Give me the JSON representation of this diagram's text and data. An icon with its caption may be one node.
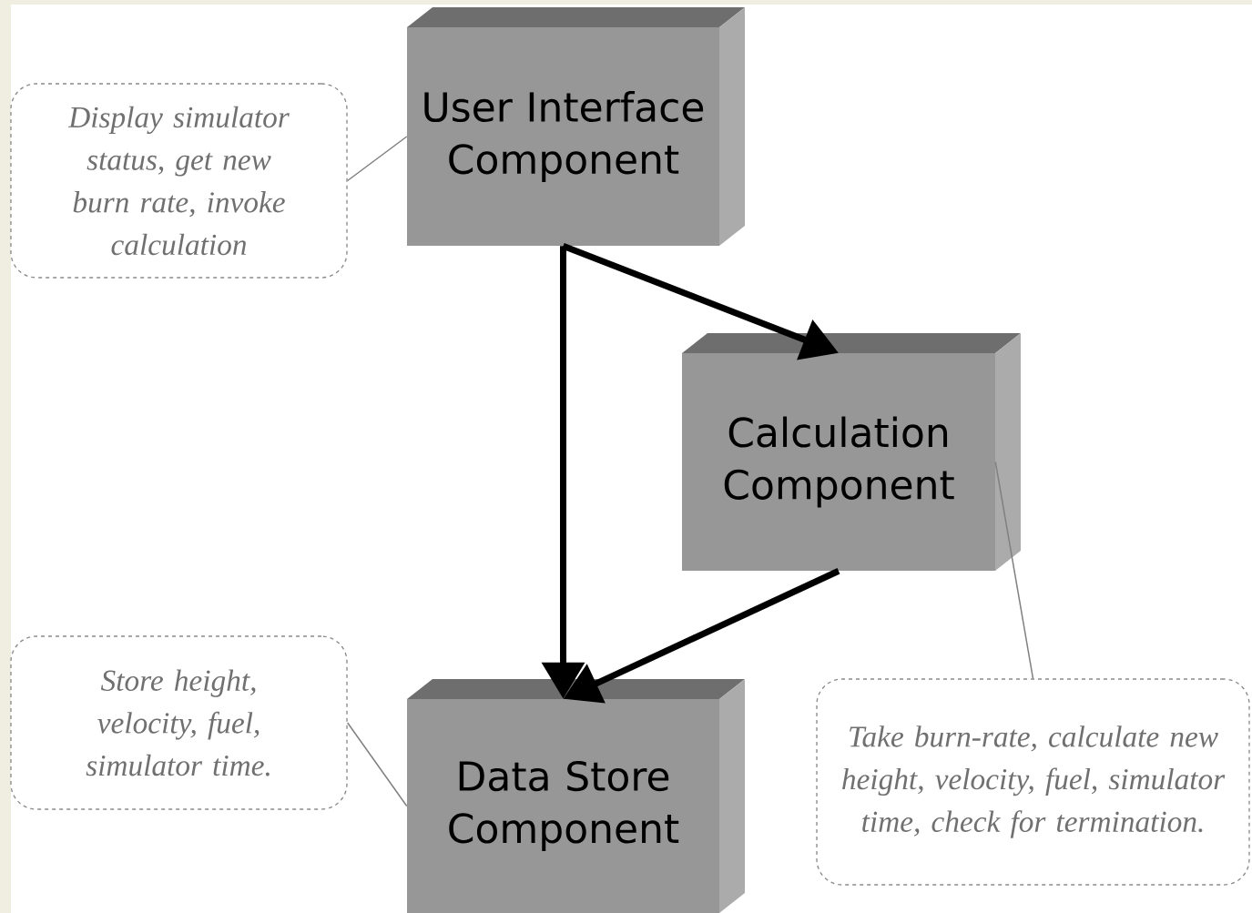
{
  "diagram": {
    "nodes": [
      {
        "text": [
          "User Interface Component"
        ]
      },
      {
        "text": [
          "Calculation Component"
        ]
      },
      {
        "text": [
          "Data Store Component"
        ]
      },
      {
        "text": [
          "Display simulator status, get new burn rate, invoke calculation"
        ]
      },
      {
        "text": [
          "Store height, velocity, fuel, simulator time."
        ]
      },
      {
        "text": [
          "Take burn-rate, calculate new height, velocity, fuel, simulator time, check for termination."
        ]
      }
    ],
    "edges": [
      {
        "from": 0,
        "to": 1,
        "arrow": "to",
        "style": "thick"
      },
      {
        "from": 0,
        "to": 2,
        "arrow": "to",
        "style": "thick"
      },
      {
        "from": 1,
        "to": 2,
        "arrow": "to",
        "style": "thick"
      },
      {
        "from": 3,
        "to": 0,
        "arrow": "none",
        "color": "#808080"
      },
      {
        "from": 4,
        "to": 2,
        "arrow": "none",
        "color": "#808080"
      },
      {
        "from": 5,
        "to": 1,
        "arrow": "none",
        "color": "#808080"
      }
    ]
  }
}
